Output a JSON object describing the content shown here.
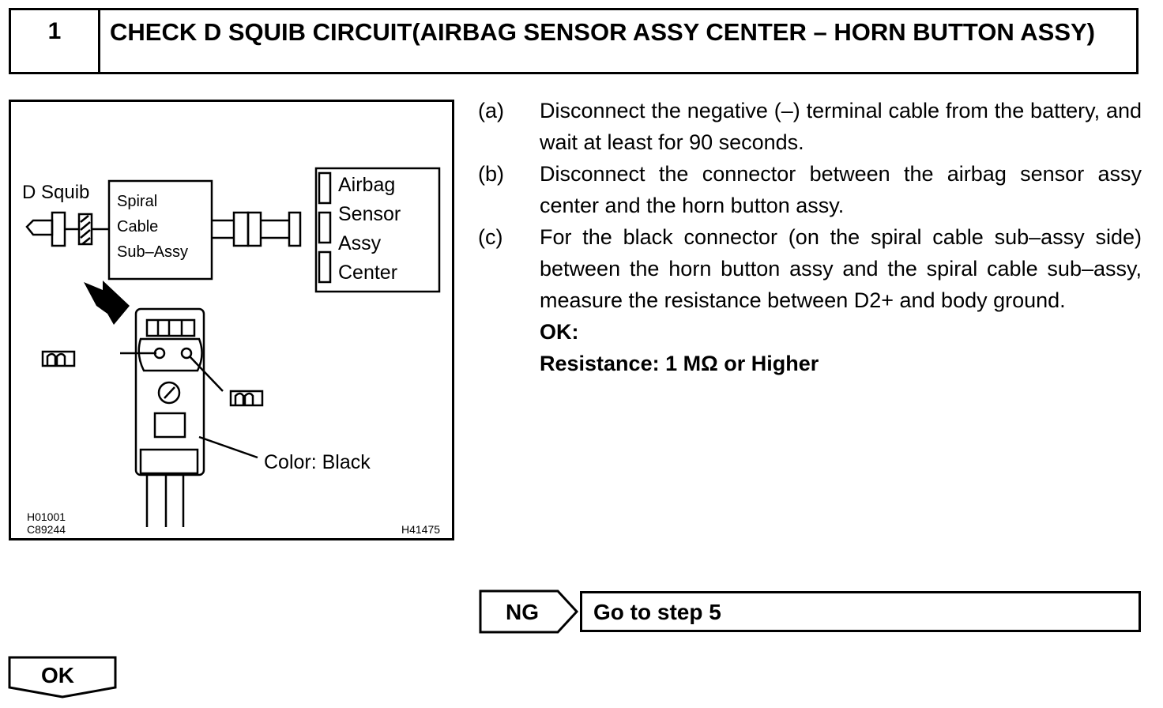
{
  "header": {
    "step_number": "1",
    "title": "CHECK D SQUIB CIRCUIT(AIRBAG SENSOR ASSY CENTER – HORN BUTTON ASSY)"
  },
  "figure": {
    "d_squib": "D Squib",
    "spiral_lines": [
      "Spiral",
      "Cable",
      "Sub–Assy"
    ],
    "airbag_lines": [
      "Airbag",
      "Sensor",
      "Assy",
      "Center"
    ],
    "color_label": "Color: Black",
    "ref_codes_left": [
      "H01001",
      "C89244"
    ],
    "ref_code_right": "H41475"
  },
  "steps": [
    {
      "label": "(a)",
      "text": "Disconnect the negative (–) terminal cable from the battery, and wait at least for 90 seconds."
    },
    {
      "label": "(b)",
      "text": "Disconnect the connector between the airbag sensor assy center and the horn button assy."
    },
    {
      "label": "(c)",
      "text": "For the black connector (on the spiral cable sub–assy side) between the horn button assy and the spiral cable sub–assy, measure the resistance between D2+ and body ground."
    }
  ],
  "spec": {
    "ok_label": "OK:",
    "resistance": "Resistance: 1 MΩ or Higher"
  },
  "results": {
    "ng_label": "NG",
    "ng_action": "Go to step 5",
    "ok_label": "OK"
  }
}
